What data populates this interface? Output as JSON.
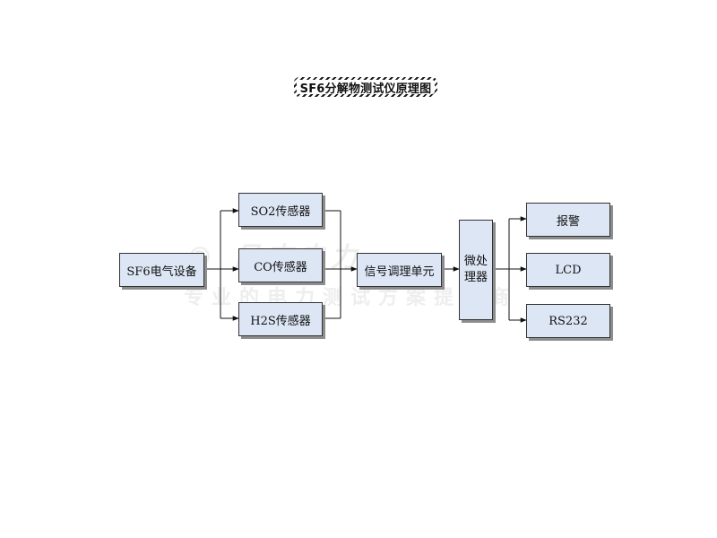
{
  "title": "SF6分解物测试仪原理图",
  "watermark": {
    "top": "® 昌吉电力",
    "bottom": "专业的电力测试方案提供商"
  },
  "nodes": {
    "source": "SF6电气设备",
    "sensor_so2": "SO2传感器",
    "sensor_co": "CO传感器",
    "sensor_h2s": "H2S传感器",
    "signal": "信号调理单元",
    "mcu_line1": "微处",
    "mcu_line2": "理器",
    "alarm": "报警",
    "lcd": "LCD",
    "rs232": "RS232"
  },
  "colors": {
    "box_fill": "#dde6f5",
    "box_border": "#333333",
    "shadow": "#8d8d8d",
    "line": "#111111"
  }
}
